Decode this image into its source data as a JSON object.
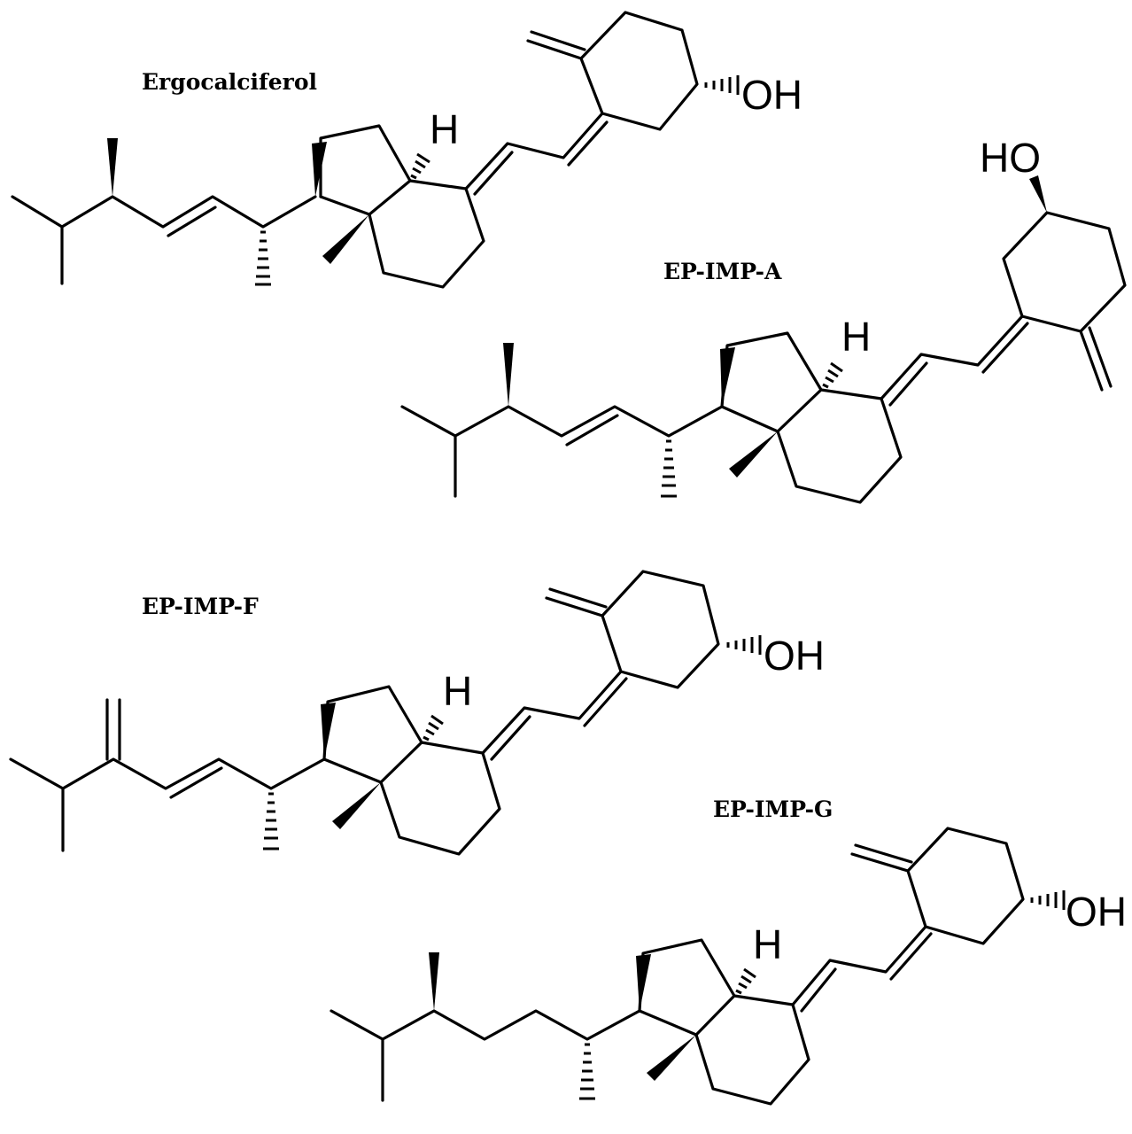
{
  "compounds": [
    {
      "name": "Ergocalciferol",
      "hydroxyl_label": "OH",
      "ring_h_label": "H"
    },
    {
      "name": "EP-IMP-A",
      "hydroxyl_label": "HO",
      "ring_h_label": "H"
    },
    {
      "name": "EP-IMP-F",
      "hydroxyl_label": "OH",
      "ring_h_label": "H"
    },
    {
      "name": "EP-IMP-G",
      "hydroxyl_label": "OH",
      "ring_h_label": "H"
    }
  ]
}
